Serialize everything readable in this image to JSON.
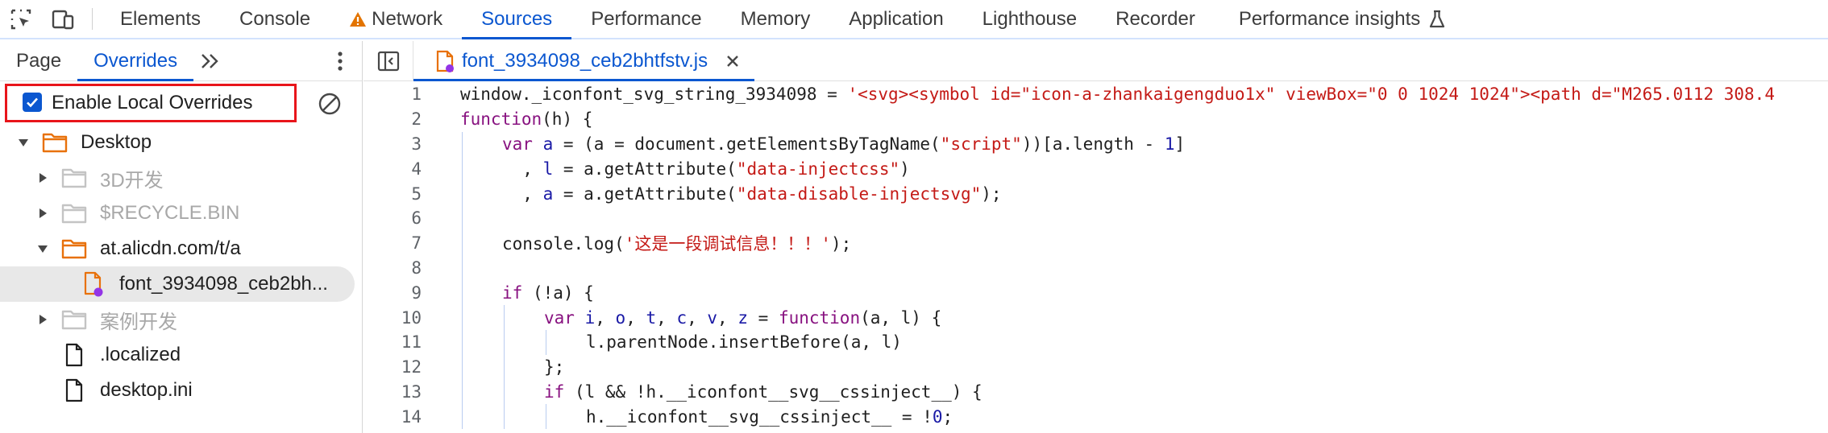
{
  "topbar": {
    "tabs": [
      {
        "label": "Elements",
        "active": false
      },
      {
        "label": "Console",
        "active": false
      },
      {
        "label": "Network",
        "active": false,
        "icon": "warning-icon"
      },
      {
        "label": "Sources",
        "active": true
      },
      {
        "label": "Performance",
        "active": false
      },
      {
        "label": "Memory",
        "active": false
      },
      {
        "label": "Application",
        "active": false
      },
      {
        "label": "Lighthouse",
        "active": false
      },
      {
        "label": "Recorder",
        "active": false
      }
    ],
    "insights_label": "Performance insights",
    "icons": [
      "inspect-element-icon",
      "device-toolbar-icon",
      "warning-icon",
      "flask-icon"
    ]
  },
  "navigator": {
    "tabs": [
      {
        "label": "Page",
        "active": false
      },
      {
        "label": "Overrides",
        "active": true
      }
    ],
    "enable_overrides_label": "Enable Local Overrides",
    "enable_overrides_checked": true,
    "tree": [
      {
        "label": "Desktop",
        "depth": 0,
        "expanded": true,
        "type": "folder-orange",
        "dim": false
      },
      {
        "label": "3D开发",
        "depth": 1,
        "expanded": false,
        "type": "folder-gray",
        "dim": true
      },
      {
        "label": "$RECYCLE.BIN",
        "depth": 1,
        "expanded": false,
        "type": "folder-gray",
        "dim": true
      },
      {
        "label": "at.alicdn.com/t/a",
        "depth": 1,
        "expanded": true,
        "type": "folder-orange",
        "dim": false
      },
      {
        "label": "font_3934098_ceb2bh...",
        "depth": 2,
        "type": "file-override",
        "dim": false,
        "selected": true
      },
      {
        "label": "案例开发",
        "depth": 1,
        "expanded": false,
        "type": "folder-gray",
        "dim": true
      },
      {
        "label": ".localized",
        "depth": 1,
        "type": "file",
        "dim": false
      },
      {
        "label": "desktop.ini",
        "depth": 1,
        "type": "file",
        "dim": false
      }
    ]
  },
  "editor": {
    "file_tab_label": "font_3934098_ceb2bhtfstv.js",
    "lines": [
      {
        "n": "1",
        "indent": 0,
        "tokens": [
          [
            "t",
            "window._iconfont_svg_string_3934098 = "
          ],
          [
            "s",
            "'<svg><symbol id=\"icon-a-zhankaigengduo1x\" viewBox=\"0 0 1024 1024\"><path d=\"M265.0112 308.4"
          ]
        ]
      },
      {
        "n": "2",
        "indent": 0,
        "tokens": [
          [
            "k",
            "function"
          ],
          [
            "t",
            "(h) {"
          ]
        ]
      },
      {
        "n": "3",
        "indent": 1,
        "tokens": [
          [
            "k",
            "var "
          ],
          [
            "v",
            "a"
          ],
          [
            "t",
            " = (a = document.getElementsByTagName("
          ],
          [
            "s",
            "\"script\""
          ],
          [
            "t",
            "))[a.length - "
          ],
          [
            "n",
            "1"
          ],
          [
            "t",
            "]"
          ]
        ]
      },
      {
        "n": "4",
        "indent": 1,
        "tokens": [
          [
            "t",
            "  , "
          ],
          [
            "v",
            "l"
          ],
          [
            "t",
            " = a.getAttribute("
          ],
          [
            "s",
            "\"data-injectcss\""
          ],
          [
            "t",
            ")"
          ]
        ]
      },
      {
        "n": "5",
        "indent": 1,
        "tokens": [
          [
            "t",
            "  , "
          ],
          [
            "v",
            "a"
          ],
          [
            "t",
            " = a.getAttribute("
          ],
          [
            "s",
            "\"data-disable-injectsvg\""
          ],
          [
            "t",
            ");"
          ]
        ]
      },
      {
        "n": "6",
        "indent": 1,
        "tokens": [
          [
            "t",
            ""
          ]
        ]
      },
      {
        "n": "7",
        "indent": 1,
        "tokens": [
          [
            "t",
            "console.log("
          ],
          [
            "s",
            "'这是一段调试信息！！！'"
          ],
          [
            "t",
            ");"
          ]
        ]
      },
      {
        "n": "8",
        "indent": 1,
        "tokens": [
          [
            "t",
            ""
          ]
        ]
      },
      {
        "n": "9",
        "indent": 1,
        "tokens": [
          [
            "k",
            "if"
          ],
          [
            "t",
            " (!a) {"
          ]
        ]
      },
      {
        "n": "10",
        "indent": 2,
        "tokens": [
          [
            "k",
            "var "
          ],
          [
            "v",
            "i"
          ],
          [
            "t",
            ", "
          ],
          [
            "v",
            "o"
          ],
          [
            "t",
            ", "
          ],
          [
            "v",
            "t"
          ],
          [
            "t",
            ", "
          ],
          [
            "v",
            "c"
          ],
          [
            "t",
            ", "
          ],
          [
            "v",
            "v"
          ],
          [
            "t",
            ", "
          ],
          [
            "v",
            "z"
          ],
          [
            "t",
            " = "
          ],
          [
            "k",
            "function"
          ],
          [
            "t",
            "(a, l) {"
          ]
        ]
      },
      {
        "n": "11",
        "indent": 3,
        "tokens": [
          [
            "t",
            "l.parentNode.insertBefore(a, l)"
          ]
        ]
      },
      {
        "n": "12",
        "indent": 2,
        "tokens": [
          [
            "t",
            "};"
          ]
        ]
      },
      {
        "n": "13",
        "indent": 2,
        "tokens": [
          [
            "k",
            "if"
          ],
          [
            "t",
            " (l && !h.__iconfont__svg__cssinject__) {"
          ]
        ]
      },
      {
        "n": "14",
        "indent": 3,
        "tokens": [
          [
            "t",
            "h.__iconfont__svg__cssinject__ = !"
          ],
          [
            "n",
            "0"
          ],
          [
            "t",
            ";"
          ]
        ]
      }
    ]
  },
  "colors": {
    "accent": "#0b57d0",
    "highlight_box": "#e8151b",
    "folder_orange": "#e8710a",
    "folder_gray": "#c4c4c4",
    "override_dot": "#9334e6",
    "warning": "#e37400"
  }
}
